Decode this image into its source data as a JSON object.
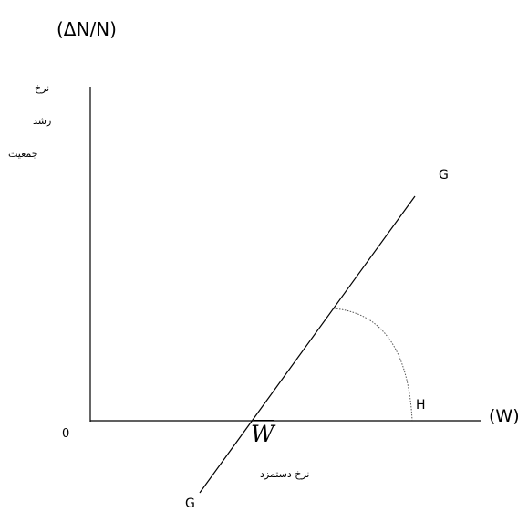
{
  "y_axis": {
    "symbol": "(ΔN/N)",
    "name_lines": [
      "نرخ",
      "رشد",
      "جمعیت"
    ]
  },
  "x_axis": {
    "symbol": "(W)",
    "name": "نرخ دستمزد"
  },
  "origin_label": "0",
  "line_labels": {
    "top": "G",
    "bottom": "G"
  },
  "point_labels": {
    "h": "H",
    "w_bar": "W"
  },
  "colors": {
    "line": "#000000",
    "arc": "#555555",
    "background": "#ffffff"
  }
}
